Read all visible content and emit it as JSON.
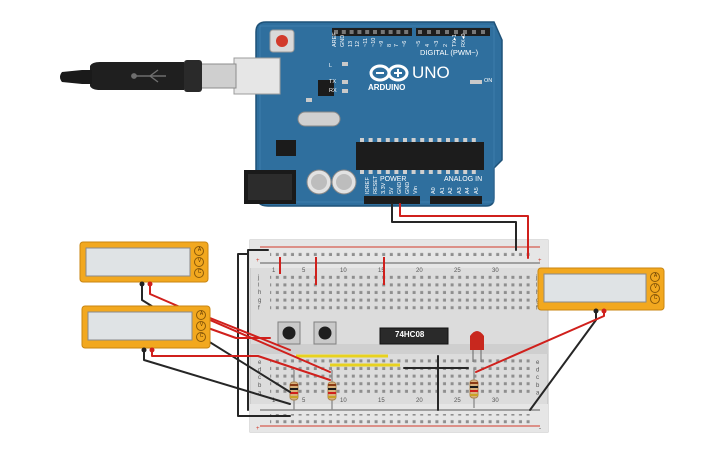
{
  "canvas": {
    "background": "#ffffff"
  },
  "arduino": {
    "model": "UNO",
    "brand": "ARDUINO",
    "digital_label": "DIGITAL (PWM~)",
    "analog_label": "ANALOG IN",
    "power_label": "POWER",
    "led_l": "L",
    "led_tx": "TX",
    "led_rx": "RX",
    "led_on": "ON",
    "digital_pins": [
      "AREF",
      "GND",
      "13",
      "12",
      "~11",
      "~10",
      "~9",
      "8",
      "7",
      "~6",
      "~5",
      "4",
      "~3",
      "2",
      "TX▸1",
      "RX◂0"
    ],
    "power_pins": [
      "IOREF",
      "RESET",
      "3.3V",
      "5V",
      "GND",
      "GND",
      "Vin"
    ],
    "analog_pins": [
      "A0",
      "A1",
      "A2",
      "A3",
      "A4",
      "A5"
    ],
    "board_color": "#2f6f9e",
    "connector": "usb-connector-icon"
  },
  "breadboard": {
    "rows_top": [
      "j",
      "i",
      "h",
      "g",
      "f"
    ],
    "rows_bottom": [
      "e",
      "d",
      "c",
      "b",
      "a"
    ],
    "column_numbers": [
      "1",
      "5",
      "10",
      "15",
      "20",
      "25",
      "30"
    ],
    "rail_plus": "+",
    "rail_minus": "-"
  },
  "chip": {
    "label": "74HC08"
  },
  "multimeters": [
    {
      "id": "left-top",
      "terminals": [
        "A",
        "V",
        "COM"
      ]
    },
    {
      "id": "left-bottom",
      "terminals": [
        "A",
        "V",
        "COM"
      ]
    },
    {
      "id": "right",
      "terminals": [
        "A",
        "V",
        "COM"
      ]
    }
  ],
  "colors": {
    "wire_red": "#d0201c",
    "wire_black": "#262626",
    "wire_yellow": "#e8d21e",
    "multimeter_frame": "#f2a81f",
    "multimeter_screen": "#dfe3e5",
    "led_red": "#c8281e"
  }
}
